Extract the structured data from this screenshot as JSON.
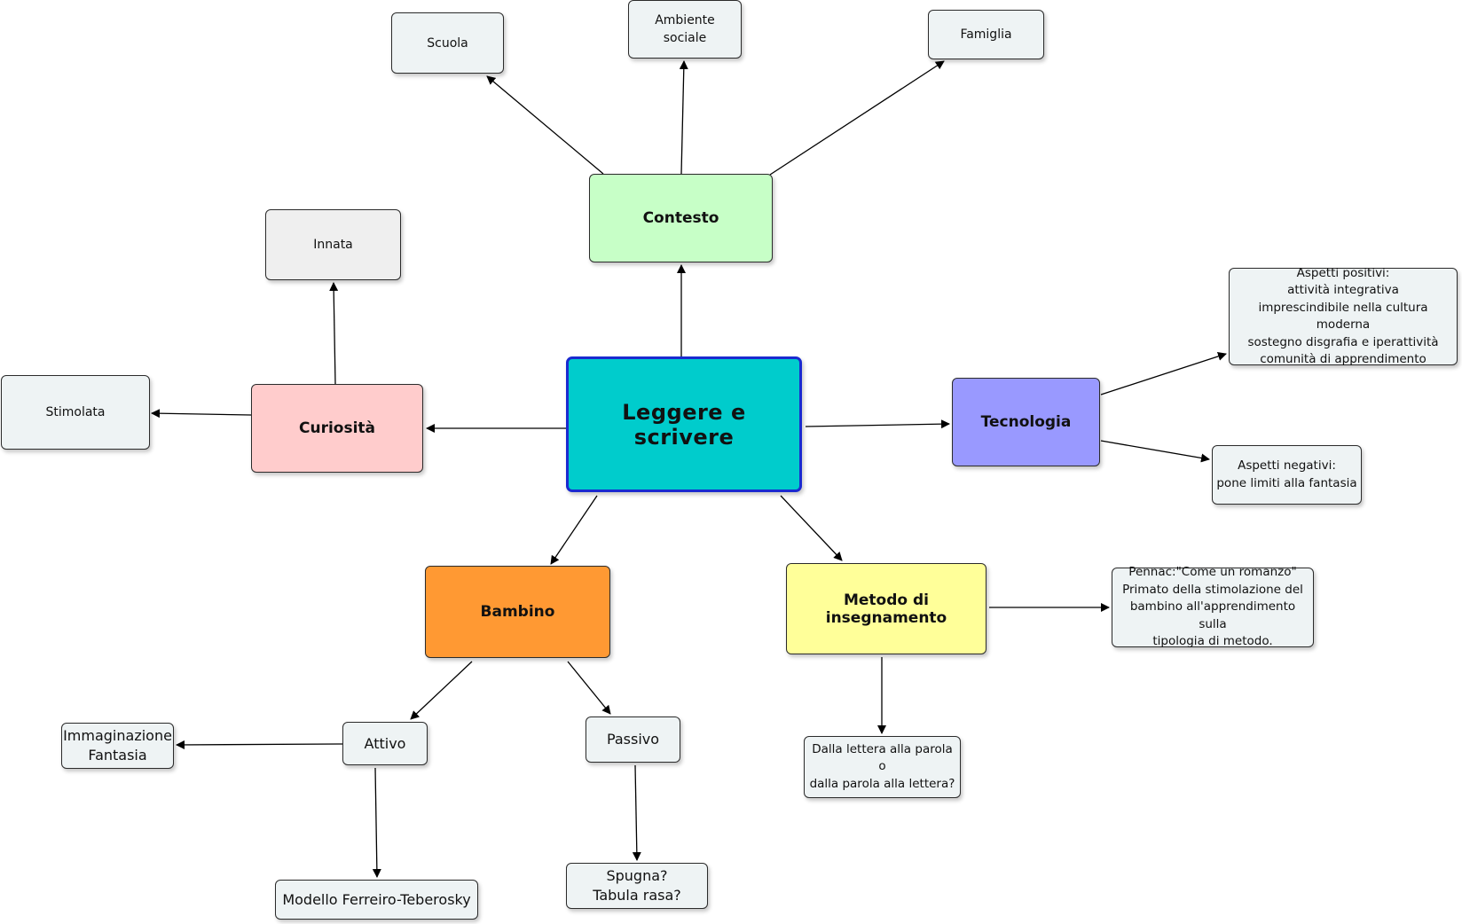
{
  "diagram": {
    "center": {
      "label": "Leggere e scrivere"
    },
    "branches": {
      "contesto": {
        "label": "Contesto"
      },
      "curiosita": {
        "label": "Curiosità"
      },
      "tecnologia": {
        "label": "Tecnologia"
      },
      "bambino": {
        "label": "Bambino"
      },
      "metodo": {
        "label": "Metodo di insegnamento"
      }
    },
    "leaves": {
      "scuola": {
        "label": "Scuola"
      },
      "ambiente": {
        "label": "Ambiente sociale"
      },
      "famiglia": {
        "label": "Famiglia"
      },
      "innata": {
        "label": "Innata"
      },
      "stimolata": {
        "label": "Stimolata"
      },
      "positivi": {
        "label": "Aspetti positivi:\nattività integrativa\nimprescindibile nella cultura moderna\nsostegno disgrafia e iperattività\ncomunità di apprendimento"
      },
      "negativi": {
        "label": "Aspetti negativi:\npone limiti alla fantasia"
      },
      "pennac": {
        "label": "Pennac:\"Come un romanzo\"\nPrimato della stimolazione del\nbambino all'apprendimento sulla\ntipologia di metodo."
      },
      "dalla": {
        "label": "Dalla lettera alla parola\no\ndalla parola alla lettera?"
      },
      "attivo": {
        "label": "Attivo"
      },
      "passivo": {
        "label": "Passivo"
      },
      "immaginazione": {
        "label": "Immaginazione\nFantasia"
      },
      "modello": {
        "label": "Modello Ferreiro-Teberosky"
      },
      "spugna": {
        "label": "Spugna?\nTabula  rasa?"
      }
    }
  }
}
